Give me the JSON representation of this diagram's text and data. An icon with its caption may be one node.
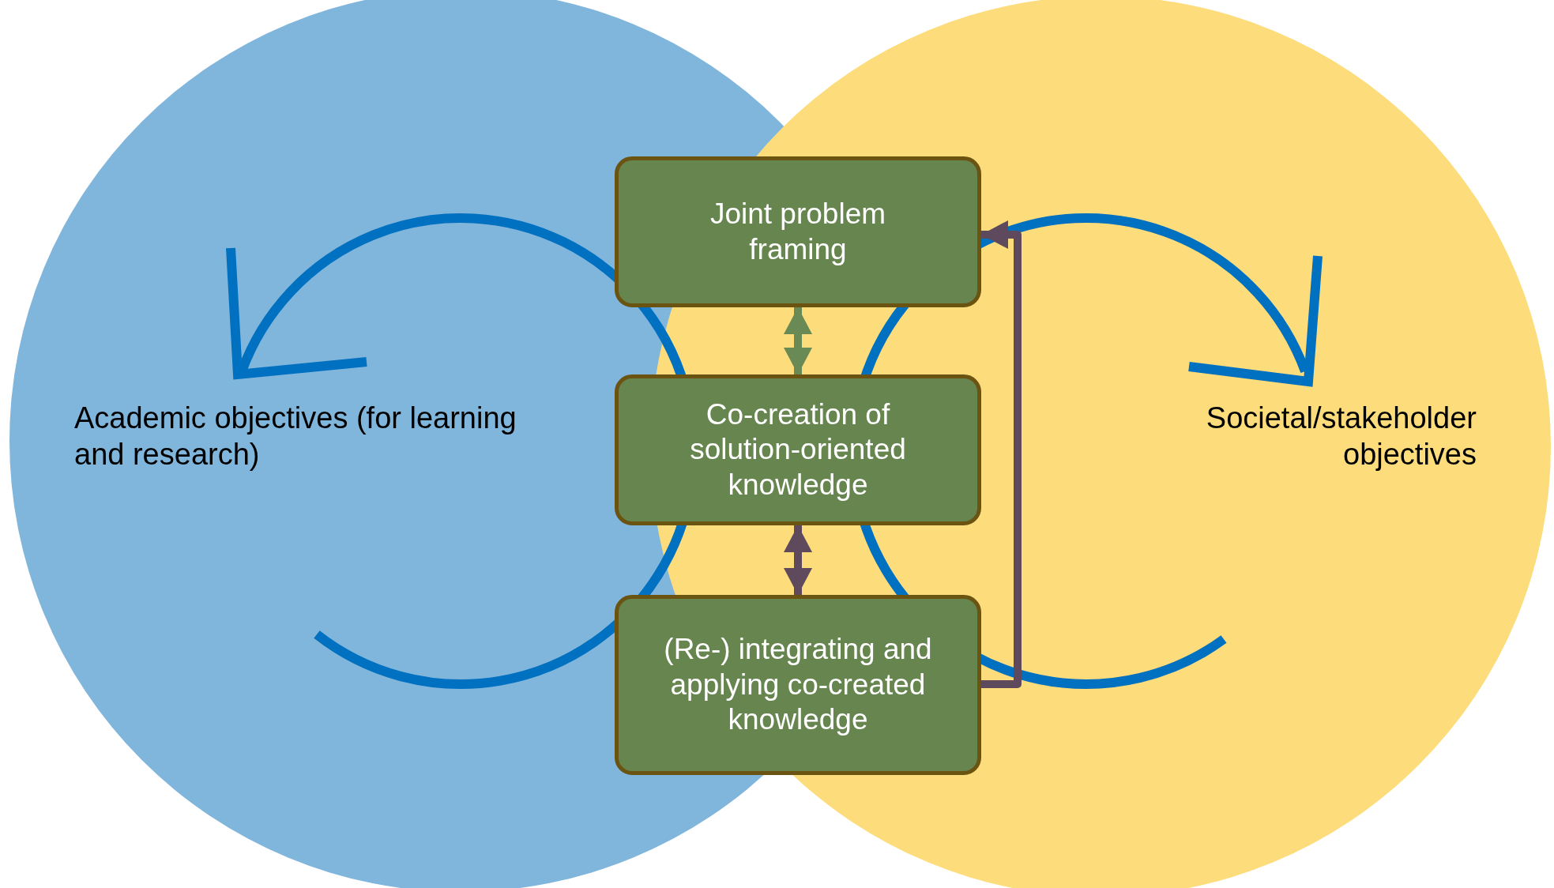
{
  "diagram": {
    "nodes": [
      {
        "text": [
          "Joint problem framing"
        ]
      },
      {
        "text": [
          "Co-creation of solution-oriented knowledge"
        ]
      },
      {
        "text": [
          "(Re-) integrating and applying co-created knowledge"
        ]
      }
    ],
    "edges": [
      {
        "from": 0,
        "to": 1,
        "arrow": "both",
        "color": "#6a8a55"
      },
      {
        "from": 1,
        "to": 2,
        "arrow": "both"
      },
      {
        "from": 2,
        "to": 0,
        "arrow": "to"
      }
    ],
    "labels": [
      "Academic objectives (for learning and research)",
      "Societal/stakeholder objectives"
    ]
  }
}
